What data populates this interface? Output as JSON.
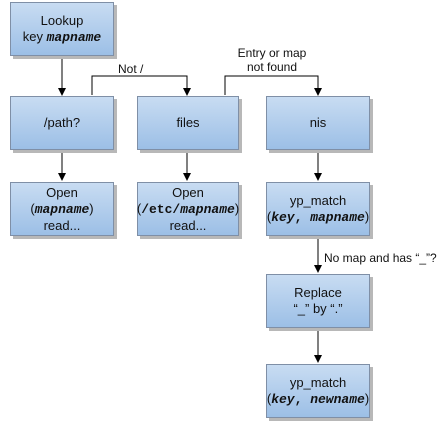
{
  "nodes": {
    "lookup": {
      "line1": "Lookup",
      "line2_prefix": "key ",
      "line2_code": "mapname"
    },
    "path": {
      "label": "/path?"
    },
    "files": {
      "label": "files"
    },
    "nis": {
      "label": "nis"
    },
    "open_mapname": {
      "line1": "Open",
      "open_paren": "(",
      "code": "mapname",
      "close_paren": ")",
      "line3": "read..."
    },
    "open_etc": {
      "line1": "Open",
      "open_paren": "(",
      "code_prefix": "/etc/",
      "code": "mapname",
      "close_paren": ")",
      "line3": "read..."
    },
    "yp_match_1": {
      "line1": "yp_match",
      "open_paren": "(",
      "arg1": "key",
      "comma": ", ",
      "arg2": "mapname",
      "close_paren": ")"
    },
    "replace": {
      "line1": "Replace",
      "line2": "“_” by “.”"
    },
    "yp_match_2": {
      "line1": "yp_match",
      "open_paren": "(",
      "arg1": "key",
      "comma": ", ",
      "arg2": "newname",
      "close_paren": ")"
    }
  },
  "edge_labels": {
    "not_slash": "Not /",
    "entry_not_found_line1": "Entry or map",
    "entry_not_found_line2": "not found",
    "no_map": "No map and has “_”?"
  },
  "colors": {
    "box_top": "#c8dcf2",
    "box_bottom": "#9cbfe6",
    "connector": "#000000"
  }
}
